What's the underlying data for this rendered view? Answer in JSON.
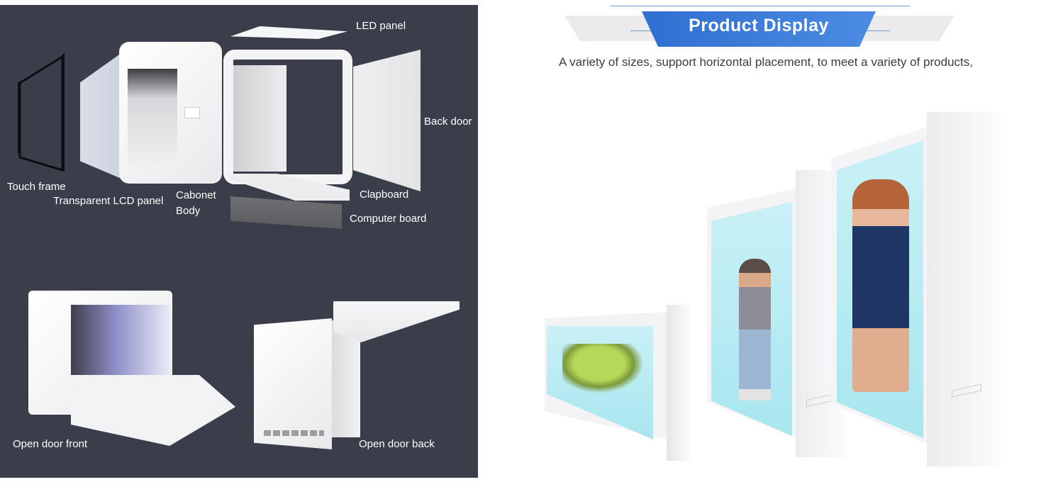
{
  "left_panel": {
    "background": "#393e4a",
    "exploded_view_labels": {
      "led_panel": "LED panel",
      "back_door": "Back door",
      "touch_frame": "Touch frame",
      "transparent_lcd_panel": "Transparent LCD panel",
      "cabinet_body_line1": "Cabonet",
      "cabinet_body_line2": "Body",
      "clapboard": "Clapboard",
      "computer_board": "Computer board"
    },
    "open_views": {
      "front": "Open door front",
      "back": "Open door back"
    }
  },
  "right_panel": {
    "banner": {
      "title": "Product Display",
      "color": "#3a7bd9"
    },
    "subtitle": "A variety of sizes, support horizontal placement, to meet a variety of products,",
    "products": [
      {
        "name": "horizontal-showcase",
        "content": "floating island"
      },
      {
        "name": "medium-vertical-showcase",
        "content": "animated boy"
      },
      {
        "name": "large-vertical-showcase",
        "content": "woman in blue dress"
      }
    ]
  }
}
